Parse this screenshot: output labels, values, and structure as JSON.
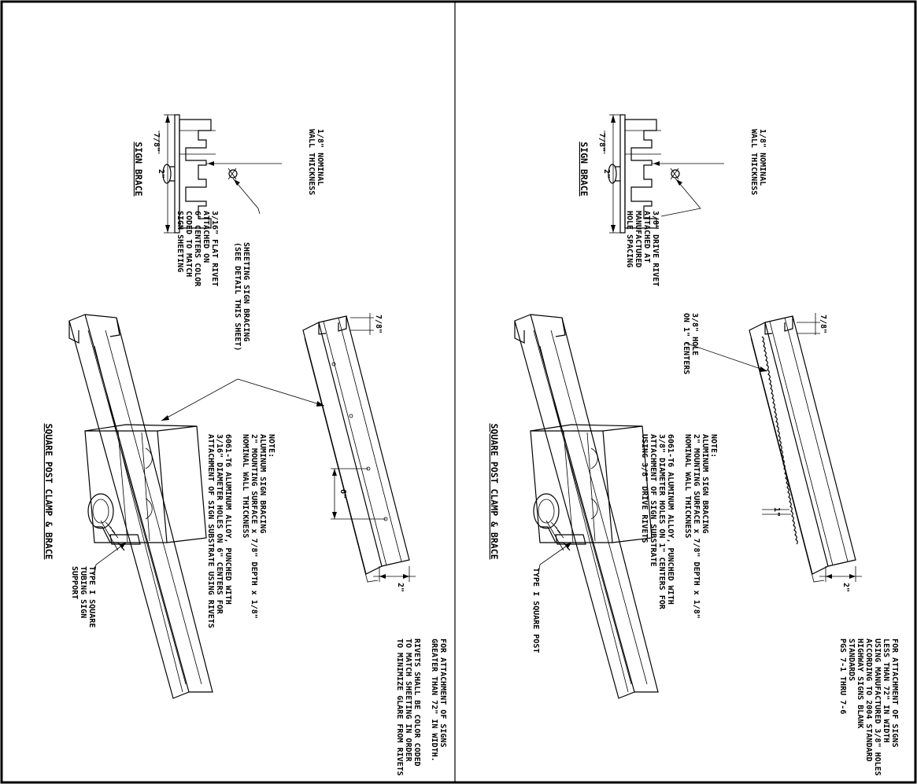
{
  "left_panel": {
    "sign_brace_title": "SIGN BRACE",
    "brace_width_dim": "2\"",
    "brace_depth_dim": "7/8\"",
    "wall_callout": [
      "1/8\" NOMINAL",
      "WALL THICKNESS"
    ],
    "rivet_callout": [
      "3/16\" FLAT RIVET",
      "ATTACHED ON",
      "6\" CENTERS COLOR",
      "CODED TO MATCH",
      "SIGN SHEETING"
    ],
    "bracing_callout": [
      "SHEETING SIGN BRACING",
      "(SEE DETAIL THIS SHEET)"
    ],
    "channel_depth_dim": "7/8\"",
    "hole_spacing_dim": "6\"",
    "channel_width_dim": "2\"",
    "note": [
      "NOTE:",
      "ALUMINUM SIGN BRACING",
      "2\" MOUNTING SURFACE x 7/8\" DEPTH x 1/8\"",
      "NOMINAL WALL THICKNESS",
      "",
      "6061-T6 ALUMINUM ALLOY, PUNCHED WITH",
      "3/16\" DIAMETER HOLES ON 6\" CENTERS FOR",
      "ATTACHMENT OF SIGN SUBSTRATE USING RIVETS"
    ],
    "clamp_title": "SQUARE POST CLAMP & BRACE",
    "post_callout": [
      "TYPE I SQUARE",
      "TUBING SIGN",
      "SUPPORT"
    ],
    "attachment_note": [
      "FOR ATTACHMENT OF SIGNS",
      "GREATER THAN 72\" IN WIDTH.",
      "",
      "RIVETS SHALL BE COLOR CODED",
      "TO MATCH SHEETING IN ORDER",
      "TO MINIMIZE GLARE FROM RIVETS"
    ]
  },
  "right_panel": {
    "sign_brace_title": "SIGN BRACE",
    "brace_width_dim": "2\"",
    "brace_depth_dim": "7/8\"",
    "wall_callout": [
      "1/8\" NOMINAL",
      "WALL THICKNESS"
    ],
    "rivet_callout": [
      "3/8\" DRIVE RIVET",
      "ATTACHED AT",
      "MANUFACTURED",
      "HOLE SPACING"
    ],
    "hole_callout": [
      "3/8\" HOLE",
      "ON 1\" CENTERS"
    ],
    "channel_depth_dim": "7/8\"",
    "hole_spacing_dim": "1\"",
    "channel_width_dim": "2\"",
    "note": [
      "NOTE:",
      "ALUMINUM SIGN BRACING",
      "2\" MOUNTING SURFACE x 7/8\" DEPTH x 1/8\"",
      "NOMINAL WALL THICKNESS",
      "",
      "6061-T6 ALUMINUM ALLOY, PUNCHED WITH",
      "3/8\" DIAMETER HOLES ON 1\" CENTERS FOR",
      "ATTACHMENT OF SIGN SUBSTRATE",
      "USING 3/8\" DRIVE RIVETS"
    ],
    "clamp_title": "SQUARE POST CLAMP & BRACE",
    "post_callout": [
      "TYPE I SQUARE POST"
    ],
    "attachment_note": [
      "FOR ATTACHMENT OF SIGNS",
      "LESS THAN 72\" IN WIDTH",
      "USING MANUFACTURED 3/8\" HOLES",
      "ACCORDING TO 2004 STANDARD",
      "HIGHWAY SIGNS BLANK",
      "STANDARDS",
      "PGS 7-1 THRU 7-6"
    ]
  }
}
